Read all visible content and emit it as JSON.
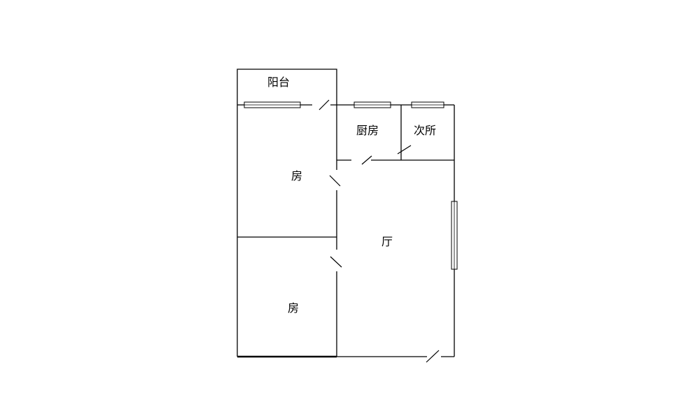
{
  "rooms": {
    "balcony": "阳台",
    "kitchen": "厨房",
    "bathroom": "次所",
    "bedroom_upper": "房",
    "living_room": "厅",
    "bedroom_lower": "房"
  },
  "colors": {
    "line": "#000000",
    "background": "#ffffff"
  }
}
